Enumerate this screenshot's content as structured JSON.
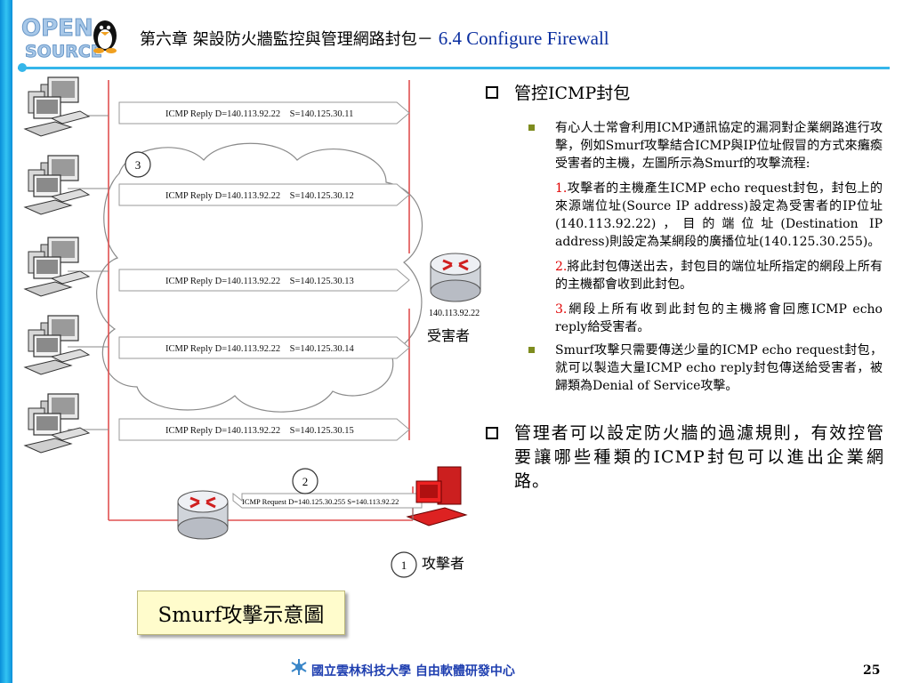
{
  "header": {
    "logo_text": "OPEN SOURCE",
    "title_zh": "第六章 架設防火牆監控與管理網路封包－",
    "title_en": "6.4 Configure Firewall"
  },
  "diagram": {
    "replies": [
      "ICMP Reply D=140.113.92.22    S=140.125.30.11",
      "ICMP Reply D=140.113.92.22    S=140.125.30.12",
      "ICMP Reply D=140.113.92.22    S=140.125.30.13",
      "ICMP Reply D=140.113.92.22    S=140.125.30.14",
      "ICMP Reply D=140.113.92.22    S=140.125.30.15"
    ],
    "request": "ICMP Request D=140.125.30.255  S=140.113.92.22",
    "victim_ip": "140.113.92.22",
    "victim_label": "受害者",
    "attacker_label": "攻擊者",
    "step1": "1",
    "step2": "2",
    "step3": "3"
  },
  "caption": "Smurf攻擊示意圖",
  "content": {
    "bullet1": "管控ICMP封包",
    "sub1": "有心人士常會利用ICMP通訊協定的漏洞對企業網路進行攻擊，例如Smurf攻擊結合ICMP與IP位址假冒的方式來癱瘓受害者的主機，左圖所示為Smurf的攻擊流程:",
    "step1_num": "1.",
    "step1_text": "攻擊者的主機產生ICMP echo request封包，封包上的來源端位址(Source IP address)設定為受害者的IP位址(140.113.92.22)，目的端位址(Destination IP address)則設定為某網段的廣播位址(140.125.30.255)。",
    "step2_num": "2.",
    "step2_text": "將此封包傳送出去，封包目的端位址所指定的網段上所有的主機都會收到此封包。",
    "step3_num": "3.",
    "step3_text": "網段上所有收到此封包的主機將會回應ICMP echo reply給受害者。",
    "sub2": "Smurf攻擊只需要傳送少量的ICMP echo request封包，就可以製造大量ICMP echo reply封包傳送給受害者，被歸類為Denial of Service攻擊。",
    "bullet2": "管理者可以設定防火牆的過濾規則，有效控管要讓哪些種類的ICMP封包可以進出企業網路。"
  },
  "footer": {
    "org": "國立雲林科技大學 自由軟體研發中心",
    "page": "25"
  },
  "colors": {
    "accent": "#35b6ea",
    "title_blue": "#0b2fa0",
    "red_line": "#e05050",
    "highlight_red": "#e00000"
  }
}
